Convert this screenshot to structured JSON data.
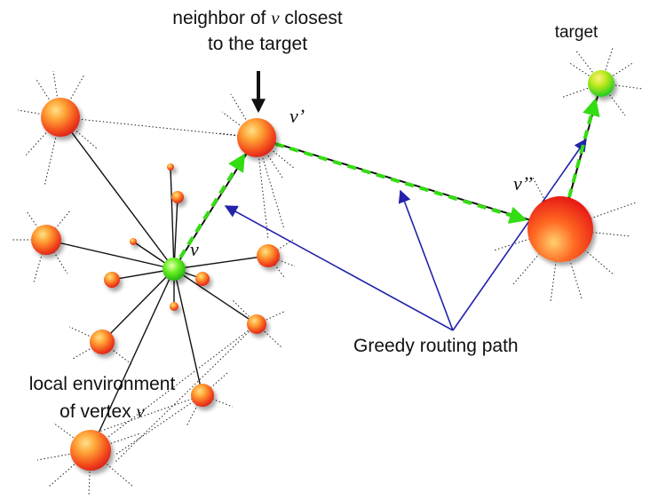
{
  "diagram": {
    "title": "Greedy routing in a network",
    "labels": {
      "closest_line1_a": "neighbor of ",
      "closest_line1_v": "v",
      "closest_line1_b": " closest",
      "closest_line2": "to the target",
      "target": "target",
      "v_prime": "v’",
      "v_double_prime": "v’’",
      "v": "v",
      "greedy_path": "Greedy routing path",
      "local_line1": "local environment",
      "local_line2_a": "of vertex ",
      "local_line2_v": "v"
    },
    "nodes": [
      {
        "id": "v",
        "role": "source vertex",
        "color": "#22cc22"
      },
      {
        "id": "v_prime",
        "role": "neighbor closest to target",
        "color": "#ff5a1a"
      },
      {
        "id": "v_double_prime",
        "role": "intermediate hop",
        "color": "#ff3311"
      },
      {
        "id": "target",
        "role": "destination",
        "color": "#33dd22"
      }
    ],
    "path_hops": [
      "v",
      "v_prime",
      "v_double_prime",
      "target"
    ],
    "colors": {
      "path_dash": "#33dd11",
      "pointer_lines": "#2222aa",
      "edges": "#111111",
      "node_orange": "#ff6a1a",
      "node_green": "#22cc22"
    }
  }
}
